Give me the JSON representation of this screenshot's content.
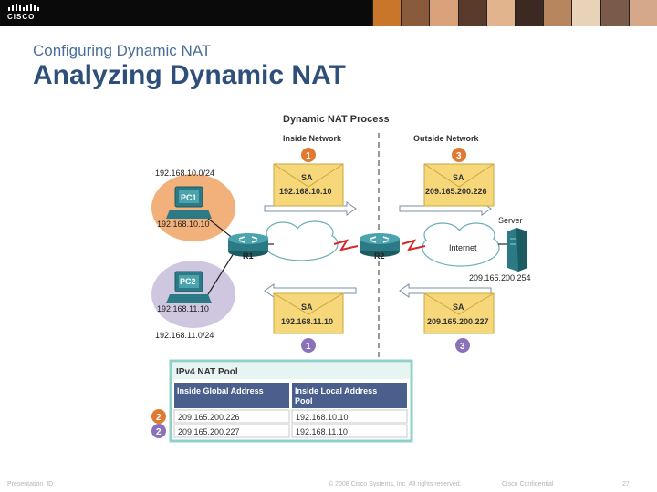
{
  "header": {
    "logo_text": "CISCO",
    "photo_colors": [
      "#c9762a",
      "#8a5a3c",
      "#d9a27a",
      "#5a3a2a",
      "#e2b48e",
      "#3c2a22",
      "#b8865e",
      "#e8d2b8",
      "#7a5a48",
      "#d4a888"
    ]
  },
  "slide": {
    "subtitle": "Configuring Dynamic NAT",
    "title": "Analyzing Dynamic NAT"
  },
  "diagram": {
    "title": "Dynamic NAT Process",
    "inside_label": "Inside Network",
    "outside_label": "Outside Network",
    "pc1_subnet": "192.168.10.0/24",
    "pc1_label": "PC1",
    "pc1_ip": "192.168.10.10",
    "pc2_subnet": "192.168.11.0/24",
    "pc2_label": "PC2",
    "pc2_ip": "192.168.11.10",
    "r1_label": "R1",
    "r2_label": "R2",
    "internet_label": "Internet",
    "server_label": "Server",
    "server_ip": "209.165.200.254",
    "env_sa": "SA",
    "env_top_left": "192.168.10.10",
    "env_top_right": "209.165.200.226",
    "env_bot_left": "192.168.11.10",
    "env_bot_right": "209.165.200.227",
    "step_1": "1",
    "step_2": "2",
    "step_3": "3"
  },
  "nat_pool": {
    "title": "IPv4 NAT Pool",
    "col_global": "Inside Global Address",
    "col_local_line1": "Inside Local Address",
    "col_local_line2": "Pool",
    "rows": [
      {
        "step": "2",
        "global": "209.165.200.226",
        "local": "192.168.10.10"
      },
      {
        "step": "2",
        "global": "209.165.200.227",
        "local": "192.168.11.10"
      }
    ]
  },
  "footer": {
    "left": "Presentation_ID",
    "center": "© 2008 Cisco Systems, Inc. All rights reserved.",
    "right_label": "Cisco Confidential",
    "page": "27"
  },
  "colors": {
    "title_blue": "#2e4f7a",
    "subtitle_blue": "#4a6e9a",
    "envelope_yellow": "#f6d77a",
    "router_teal": "#2b7a85",
    "pc_orange_bg": "#f2b07a",
    "pc_purple_bg": "#cfc6e0",
    "pool_header": "#4a5f8c",
    "pool_border": "#8fd1c8",
    "step_orange": "#e07a32",
    "step_purple": "#8a72b8",
    "link_red": "#d42a2a"
  }
}
